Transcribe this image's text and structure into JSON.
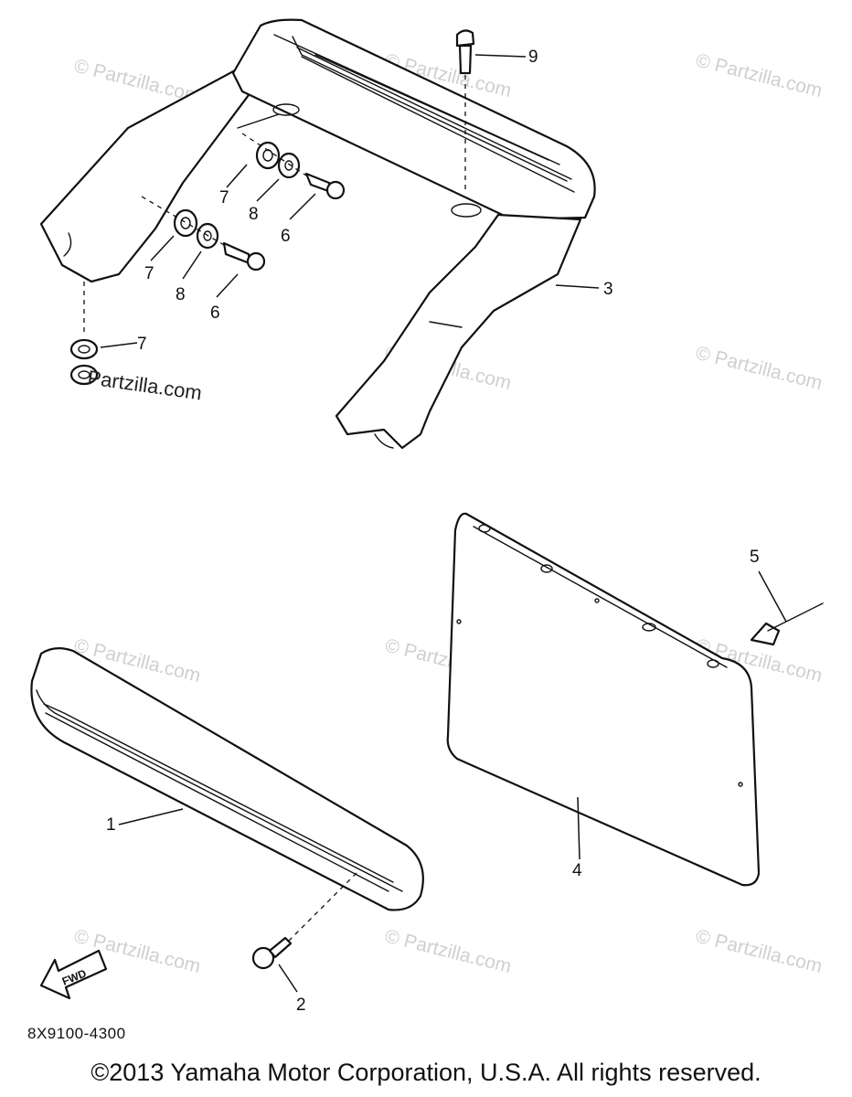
{
  "diagram": {
    "code": "8X9100-4300",
    "copyright": "©2013  Yamaha Motor Corporation, U.S.A. All rights reserved.",
    "watermark": "© Partzilla.com",
    "watermark_dark": "Partzilla.com",
    "front_arrow_label": "FWD",
    "callouts": {
      "c1": "1",
      "c2": "2",
      "c3": "3",
      "c4": "4",
      "c5": "5",
      "c6a": "6",
      "c6b": "6",
      "c7a": "7",
      "c7b": "7",
      "c7c": "7",
      "c8a": "8",
      "c8b": "8",
      "c9": "9"
    }
  }
}
